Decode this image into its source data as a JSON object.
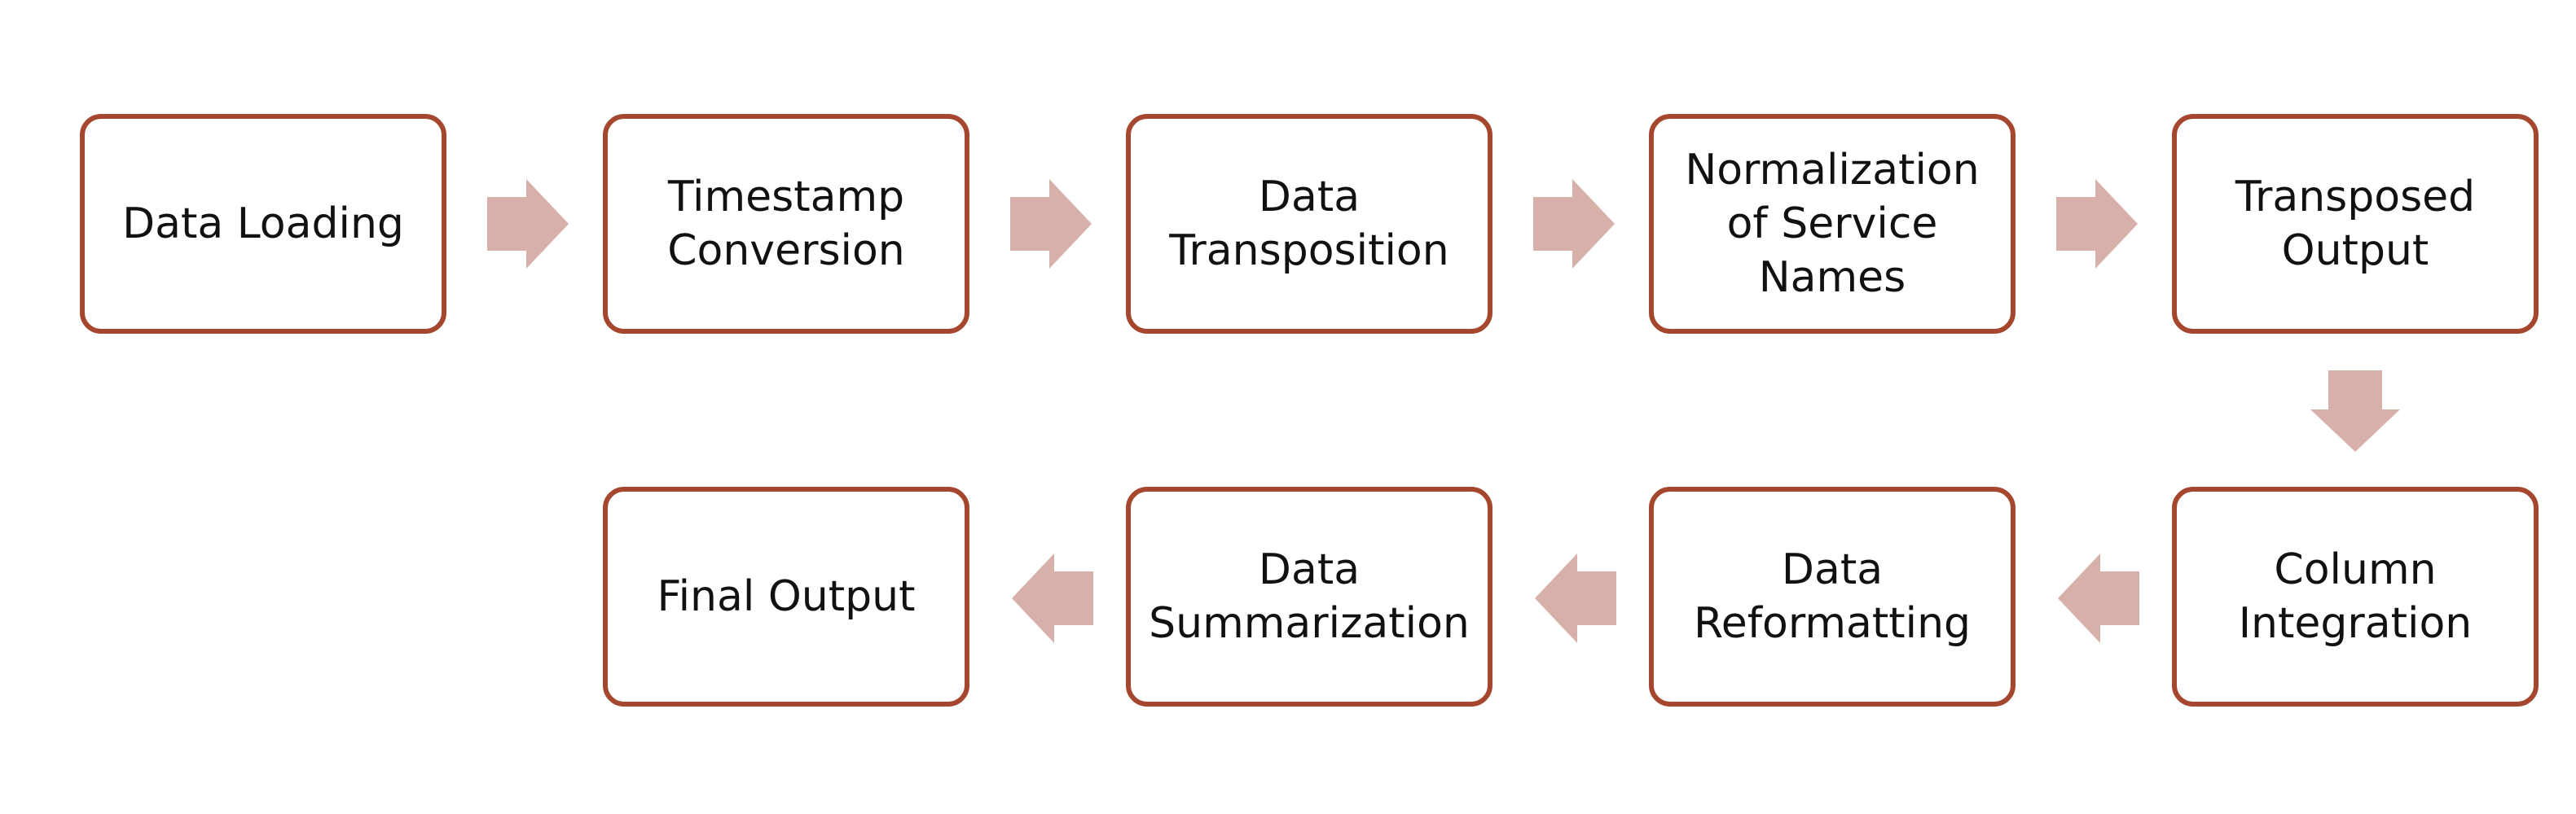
{
  "diagram": {
    "arrow_color": "#d8b0aa",
    "box_border_color": "#a5472e",
    "steps": [
      {
        "label": "Data Loading"
      },
      {
        "label": "Timestamp Conversion"
      },
      {
        "label": "Data Transposition"
      },
      {
        "label": "Normalization of Service Names"
      },
      {
        "label": "Transposed Output"
      },
      {
        "label": "Column Integration"
      },
      {
        "label": "Data Reformatting"
      },
      {
        "label": "Data Summarization"
      },
      {
        "label": "Final Output"
      }
    ],
    "flow": [
      {
        "from": "Data Loading",
        "to": "Timestamp Conversion",
        "direction": "right"
      },
      {
        "from": "Timestamp Conversion",
        "to": "Data Transposition",
        "direction": "right"
      },
      {
        "from": "Data Transposition",
        "to": "Normalization of Service Names",
        "direction": "right"
      },
      {
        "from": "Normalization of Service Names",
        "to": "Transposed Output",
        "direction": "right"
      },
      {
        "from": "Transposed Output",
        "to": "Column Integration",
        "direction": "down"
      },
      {
        "from": "Column Integration",
        "to": "Data Reformatting",
        "direction": "left"
      },
      {
        "from": "Data Reformatting",
        "to": "Data Summarization",
        "direction": "left"
      },
      {
        "from": "Data Summarization",
        "to": "Final Output",
        "direction": "left"
      }
    ]
  }
}
